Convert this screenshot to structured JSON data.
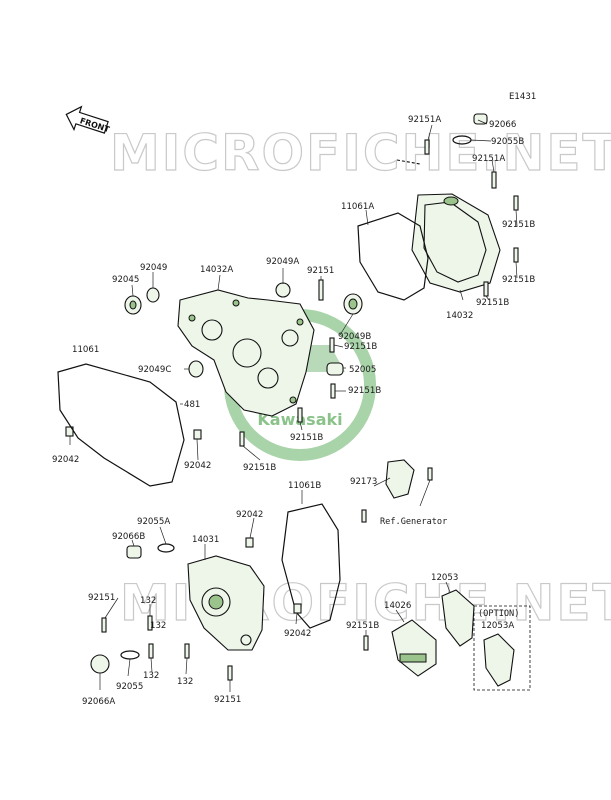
{
  "figure_code": "E1431",
  "front_arrow_label": "FRONT",
  "watermark": {
    "text": "MICROFICHE.NET",
    "brand": "Kawasaki"
  },
  "colors": {
    "accent": "#9bc48c",
    "logo_green": "#3d9a3d",
    "line": "#111111",
    "watermark": "#c9c9c9"
  },
  "labels": {
    "p92151a_top": "92151A",
    "p92066_top": "92066",
    "p92055b_top": "92055B",
    "p92151a_mid": "92151A",
    "p11061a": "11061A",
    "p92151b_r1": "92151B",
    "p92151b_r2": "92151B",
    "p92151b_r3": "92151B",
    "p14032": "14032",
    "p92049": "92049",
    "p92045": "92045",
    "p14032a": "14032A",
    "p92049a": "92049A",
    "p92151": "92151",
    "p92049b": "92049B",
    "p92151b_c1": "92151B",
    "p52005": "52005",
    "p92151b_c2": "92151B",
    "p92049c": "92049C",
    "p11061": "11061",
    "p481": "481",
    "p92042_l1": "92042",
    "p92042_l2": "92042",
    "p92151b_c3": "92151B",
    "p92151b_c4": "92151B",
    "p11061b": "11061B",
    "p92173": "92173",
    "ref_generator": "Ref.Generator",
    "p92055a": "92055A",
    "p14031": "14031",
    "p92042_b1": "92042",
    "p92066b": "92066B",
    "p92151_b1": "92151",
    "p132_a": "132",
    "p132_b": "132",
    "p92055": "92055",
    "p132_c": "132",
    "p92066a": "92066A",
    "p92151_b2": "92151",
    "p92042_b2": "92042",
    "p12053": "12053",
    "p14026": "14026",
    "p92151b_b": "92151B",
    "option": "(OPTION)",
    "p12053a": "12053A"
  }
}
